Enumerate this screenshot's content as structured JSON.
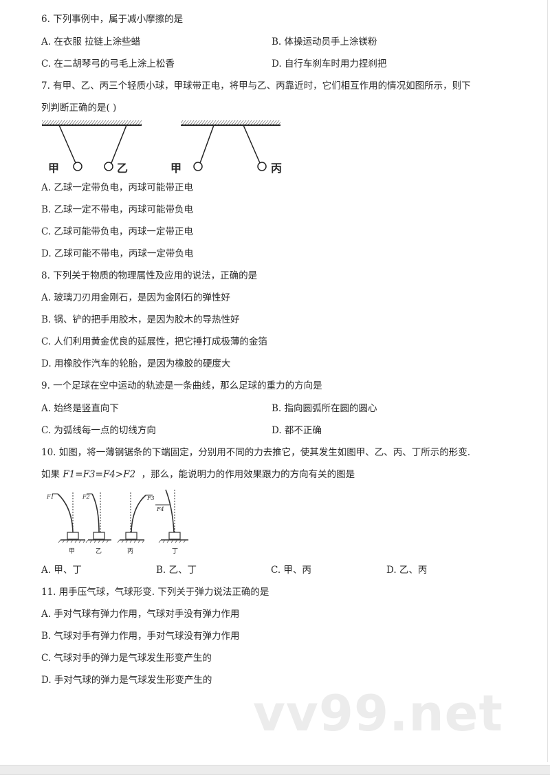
{
  "questions": {
    "q6": {
      "stem": "6. 下列事例中，属于减小摩擦的是",
      "options": {
        "A": "A. 在衣服  拉链上涂些蜡",
        "B": "B. 体操运动员手上涂镁粉",
        "C": "C. 在二胡琴弓的弓毛上涂上松香",
        "D": "D. 自行车刹车时用力捏刹把"
      }
    },
    "q7": {
      "stem_line1": "7. 有甲、乙、丙三个轻质小球，甲球带正电，将甲与乙、丙靠近时，它们相互作用的情况如图所示，则下",
      "stem_line2": "列判断正确的是( )",
      "figure": {
        "left_labels": [
          "甲",
          "乙"
        ],
        "right_labels": [
          "甲",
          "丙"
        ]
      },
      "options": {
        "A": "A. 乙球一定带负电，丙球可能带正电",
        "B": "B. 乙球一定不带电，丙球可能带负电",
        "C": "C. 乙球可能带负电，丙球一定带正电",
        "D": "D. 乙球可能不带电，丙球一定带负电"
      }
    },
    "q8": {
      "stem": "8. 下列关于物质的物理属性及应用的说法，正确的是",
      "options": {
        "A": "A. 玻璃刀刃用金刚石，是因为金刚石的弹性好",
        "B": "B. 锅、铲的把手用胶木，是因为胶木的导热性好",
        "C": "C. 人们利用黄金优良的延展性，把它捶打成极薄的金箔",
        "D": "D. 用橡胶作汽车的轮胎，是因为橡胶的硬度大"
      }
    },
    "q9": {
      "stem": "9. 一个足球在空中运动的轨迹是一条曲线，那么足球的重力的方向是",
      "options": {
        "A": "A. 始终是竖直向下",
        "B": "B. 指向圆弧所在圆的圆心",
        "C": "C. 为弧线每一点的切线方向",
        "D": "D. 都不正确"
      }
    },
    "q10": {
      "stem_line1": "10. 如图，将一薄钢锯条的下端固定，分别用不同的力去推它，使其发生如图甲、乙、丙、丁所示的形变.",
      "stem_line2_prefix": "如果 ",
      "condition": "F1=F3=F4>F2",
      "stem_line2_suffix": "，那么，能说明力的作用效果跟力的方向有关的图是",
      "figure": {
        "labels": [
          "甲",
          "乙",
          "丙",
          "丁"
        ],
        "forces": [
          "F1",
          "F2",
          "F3",
          "F4"
        ]
      },
      "options": {
        "A": "A. 甲、丁",
        "B": "B. 乙、丁",
        "C": "C. 甲、丙",
        "D": "D. 乙、丙"
      }
    },
    "q11": {
      "stem": "11. 用手压气球，气球形变. 下列关于弹力说法正确的是",
      "options": {
        "A": "A. 手对气球有弹力作用，气球对手没有弹力作用",
        "B": "B. 气球对手有弹力作用，手对气球没有弹力作用",
        "C": "C. 气球对手的弹力是气球发生形变产生的",
        "D": "D. 手对气球的弹力是气球发生形变产生的"
      }
    }
  },
  "watermark": "vv99.net"
}
